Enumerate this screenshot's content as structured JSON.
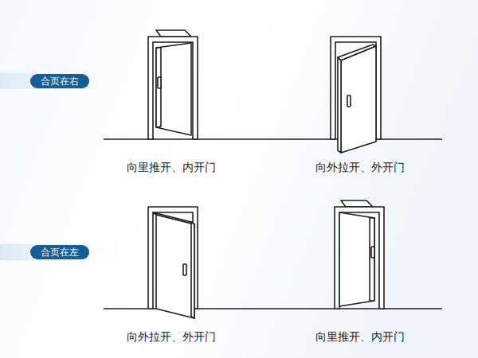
{
  "diagram": {
    "nodes": [
      {
        "text": [
          "合页在右"
        ]
      },
      {
        "text": [
          "合页在左"
        ]
      }
    ],
    "labels": [
      "向里推开、内开门",
      "向外拉开、外开门",
      "向外拉开、外开门",
      "向里推开、内开门"
    ]
  }
}
